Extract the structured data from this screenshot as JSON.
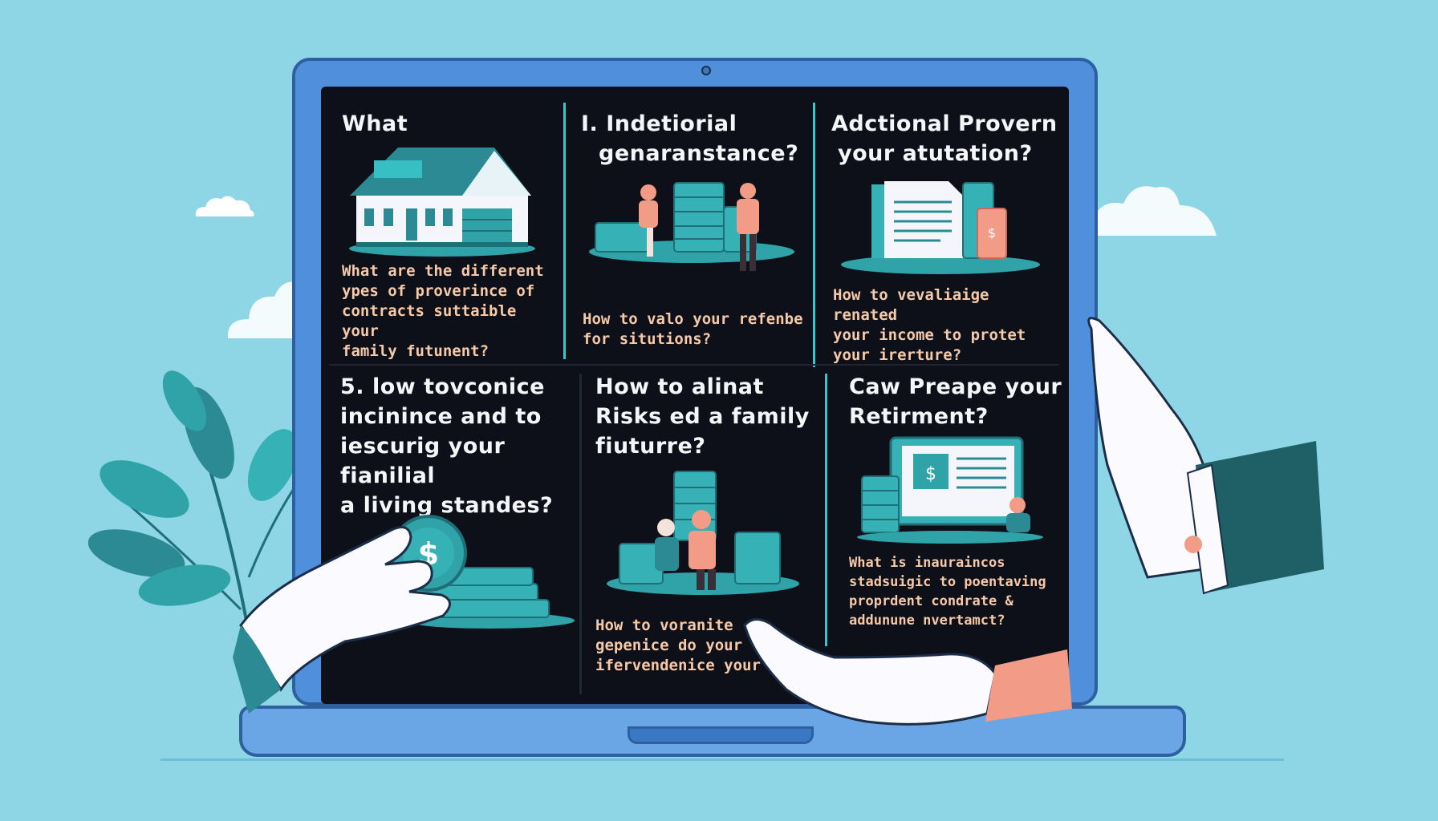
{
  "panels": [
    {
      "id": "top-left",
      "heading": [
        "What"
      ],
      "question": [
        "What are the different",
        "ypes of proverince  of",
        "contracts suttaible your",
        "family futunent?"
      ],
      "illustration": "house-icon"
    },
    {
      "id": "top-middle",
      "heading": [
        "I. Indetiorial",
        "genaranstance?"
      ],
      "question": [
        "How to valo your refenbe",
        "for situtions?"
      ],
      "illustration": "couple-with-money-stacks-icon"
    },
    {
      "id": "top-right",
      "heading": [
        "Adctional Provern",
        "your atutation?"
      ],
      "question": [
        "How to vevaliaige renated",
        "your income to protet",
        "your irerture?"
      ],
      "illustration": "document-and-money-icon"
    },
    {
      "id": "bottom-left",
      "heading": [
        "5. low tovconice",
        "incinince and to",
        "iescurig your fianilial",
        "a living standes?"
      ],
      "question": [],
      "illustration": "hand-holding-coin-icon"
    },
    {
      "id": "bottom-middle",
      "heading": [
        "How to alinat",
        "Risks ed a family",
        "fiuturre?"
      ],
      "question": [
        "How to voranite",
        "gepenice do your",
        "ifervendenice your"
      ],
      "illustration": "seated-couple-money-icon"
    },
    {
      "id": "bottom-right",
      "heading": [
        "Caw Preape your",
        "Retirment?"
      ],
      "question": [
        "What is inauraincos",
        "stadsuigic to poentaving",
        "proprdent condrate &",
        "addunune nvertamct?"
      ],
      "illustration": "monitor-and-savings-icon"
    }
  ],
  "colors": {
    "background": "#8ed6e6",
    "laptop": "#4f8fdc",
    "screen": "#0d1019",
    "heading": "#f4f6f8",
    "question": "#f6c9a8",
    "teal": "#2fa3a8",
    "coral": "#f29b86"
  }
}
